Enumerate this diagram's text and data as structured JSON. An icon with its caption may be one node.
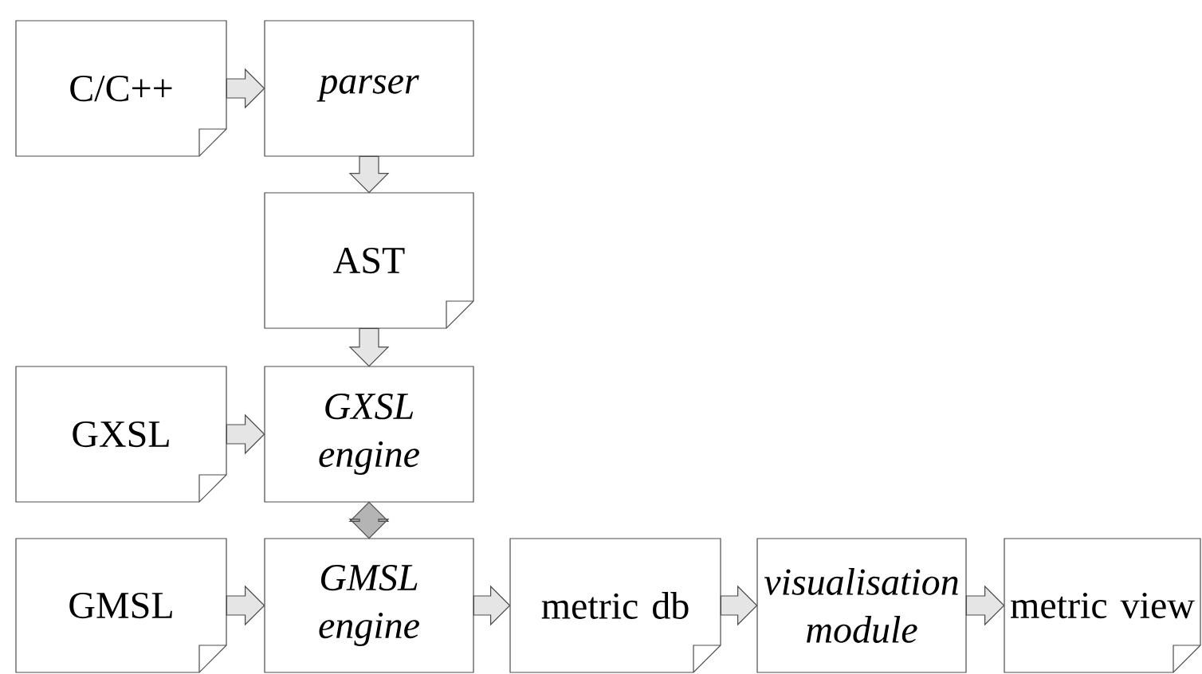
{
  "diagram": {
    "nodes": [
      {
        "text": [
          "C/C++"
        ]
      },
      {
        "text": [
          "parser"
        ]
      },
      {
        "text": [
          "AST"
        ]
      },
      {
        "text": [
          "GXSL"
        ]
      },
      {
        "text": [
          "GXSL engine"
        ]
      },
      {
        "text": [
          "GMSL"
        ]
      },
      {
        "text": [
          "GMSL engine"
        ]
      },
      {
        "text": [
          "metric db"
        ]
      },
      {
        "text": [
          "visualisation module"
        ]
      },
      {
        "text": [
          "metric view"
        ]
      }
    ],
    "edges": [
      {
        "from": 0,
        "to": 1,
        "arrow": "to"
      },
      {
        "from": 1,
        "to": 2,
        "arrow": "to"
      },
      {
        "from": 2,
        "to": 4,
        "arrow": "to"
      },
      {
        "from": 3,
        "to": 4,
        "arrow": "to"
      },
      {
        "from": 4,
        "to": 6,
        "arrow": "both",
        "color": "#b4b4b4"
      },
      {
        "from": 5,
        "to": 6,
        "arrow": "to"
      },
      {
        "from": 6,
        "to": 7,
        "arrow": "to"
      },
      {
        "from": 7,
        "to": 8,
        "arrow": "to"
      },
      {
        "from": 8,
        "to": 9,
        "arrow": "to"
      }
    ]
  }
}
